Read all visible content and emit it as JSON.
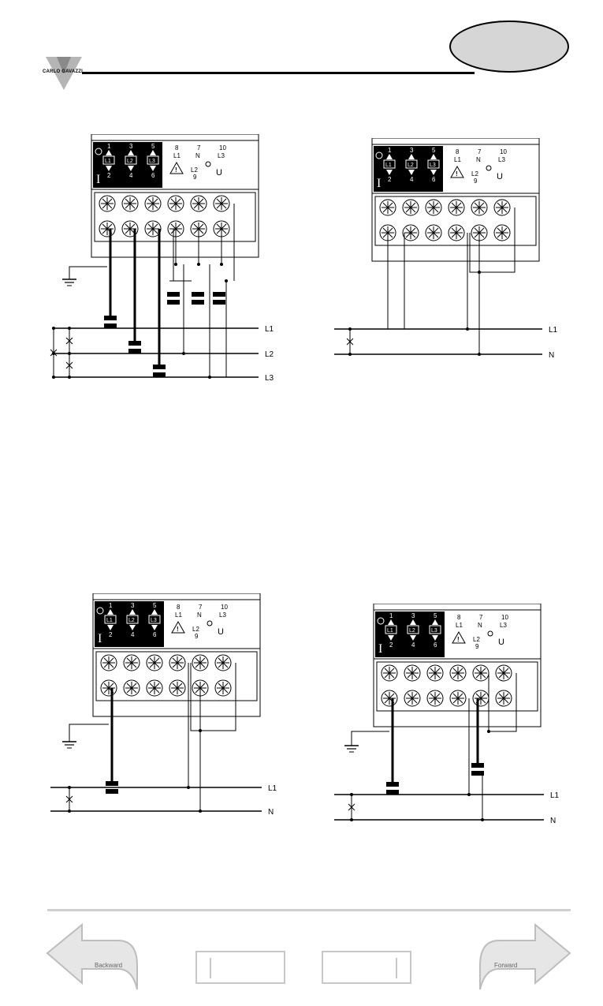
{
  "header": {
    "logo_text": "CARLO GAVAZZI"
  },
  "terminal_block": {
    "current_numbers_top": [
      "1",
      "3",
      "5"
    ],
    "current_labels": [
      "L1",
      "L2",
      "L3"
    ],
    "current_numbers_bottom": [
      "2",
      "4",
      "6"
    ],
    "current_symbol": "I",
    "voltage_numbers": [
      "8",
      "7",
      "10"
    ],
    "voltage_labels": [
      "L1",
      "N",
      "L3"
    ],
    "l2_label": "L2",
    "l2_number": "9",
    "voltage_symbol": "U"
  },
  "line_labels": {
    "three_phase": [
      "L1",
      "L2",
      "L3"
    ],
    "single_phase": [
      "L1",
      "N"
    ]
  },
  "footer": {
    "backward_label": "Backward",
    "forward_label": "Forward"
  }
}
